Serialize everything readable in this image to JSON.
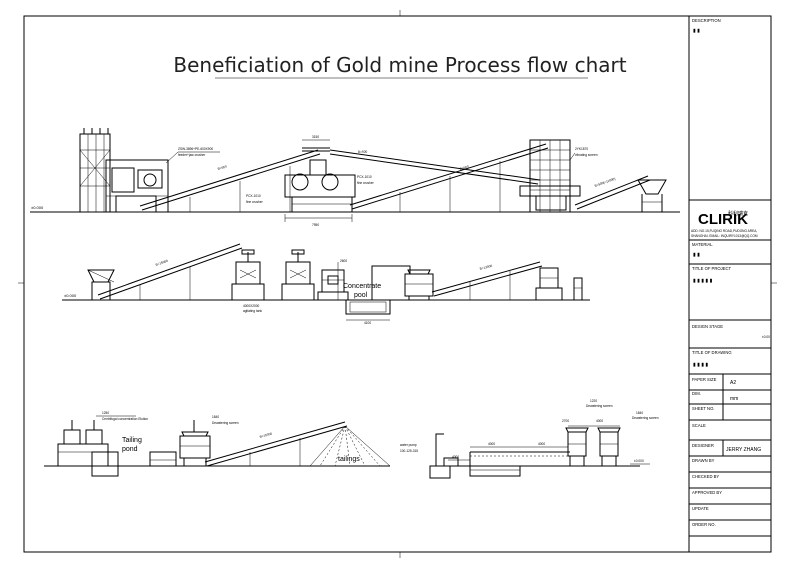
{
  "title": "Beneficiation of Gold mine Process flow chart",
  "row1": {
    "level_mark": "±0.000",
    "jaw_crusher_model": "ZSW-3896+PE-600X900",
    "jaw_crusher_name": "feeder+jaw crusher",
    "fine_crusher_1_model": "PCX-1010",
    "fine_crusher_1_name": "fine crusher",
    "fine_crusher_2_model": "PCX-1010",
    "fine_crusher_2_name": "fine crusher",
    "belt_1": "B=650",
    "belt_2": "B=500",
    "belt_3": "B=500",
    "belt_4": "B=500(=11000)",
    "screen_model": "2YK1870",
    "screen_name": "vibrating screen",
    "dim_top": "3150",
    "dim_bottom": "7950"
  },
  "row2": {
    "level_mark": "±0.000",
    "belt_1": "B=15000",
    "belt_2": "B=13000",
    "hopper_size": "4000X2000",
    "hopper_name": "agitating tank",
    "dim_height": "2600",
    "dim_width": "4100",
    "pool_label": "Concentrate pool"
  },
  "row3": {
    "centrifugal_size": "1250",
    "centrifugal_name": "Centrifugal concentration Elution",
    "tailing_pond_label": "Tailing pond",
    "screen_size": "1840",
    "screen_name": "Dewatering screen",
    "belt": "B=15000",
    "tailings_label": "tailings",
    "pump_name": "water pump",
    "pump_model": "100-125-315",
    "dim_1": "4000",
    "dim_2": "4000",
    "dim_3": "4000",
    "dim_4": "2700",
    "dim_5": "4000",
    "right_screen_1_size": "1220",
    "right_screen_1_name": "Dewatering screen",
    "right_screen_2_size": "1840",
    "right_screen_2_name": "Dewatering screen",
    "level_mark": "±0.000"
  },
  "title_block": {
    "description_label": "DESCRIPTION",
    "description_value": "▮ ▮",
    "logo": "CLIRIK",
    "logo_cn": "科利瑞克",
    "address_1": "ADD: NO.15,FUQING ROAD,PUDONG AREA,",
    "address_2": "SHANGHAI. EMAIL: INQUIRY1013@QQ.COM",
    "material_label": "MATERIAL",
    "material_value": "▮ ▮",
    "project_label": "TITLE OF PROJECT",
    "project_value": "▮ ▮ ▮ ▮ ▮",
    "design_stage_label": "DESIGN STAGE",
    "drawing_label": "TITLE OF DRAWING",
    "drawing_value": "▮ ▮ ▮ ▮",
    "paper_size_label": "PAPER SIZE",
    "paper_size_value": "A2",
    "dim_label": "DIM.",
    "dim_value": "mm",
    "sheet_no_label": "SHEET NO.",
    "scale_label": "SCALE",
    "designer_label": "DESIGNER",
    "designer_value": "JERRY ZHANG",
    "drawn_by_label": "DRAWN BY",
    "checked_by_label": "CHECKED BY",
    "approved_by_label": "APPROVED BY",
    "update_label": "UPDATE",
    "order_no_label": "ORDER NO.",
    "side_level": "±0.00"
  }
}
